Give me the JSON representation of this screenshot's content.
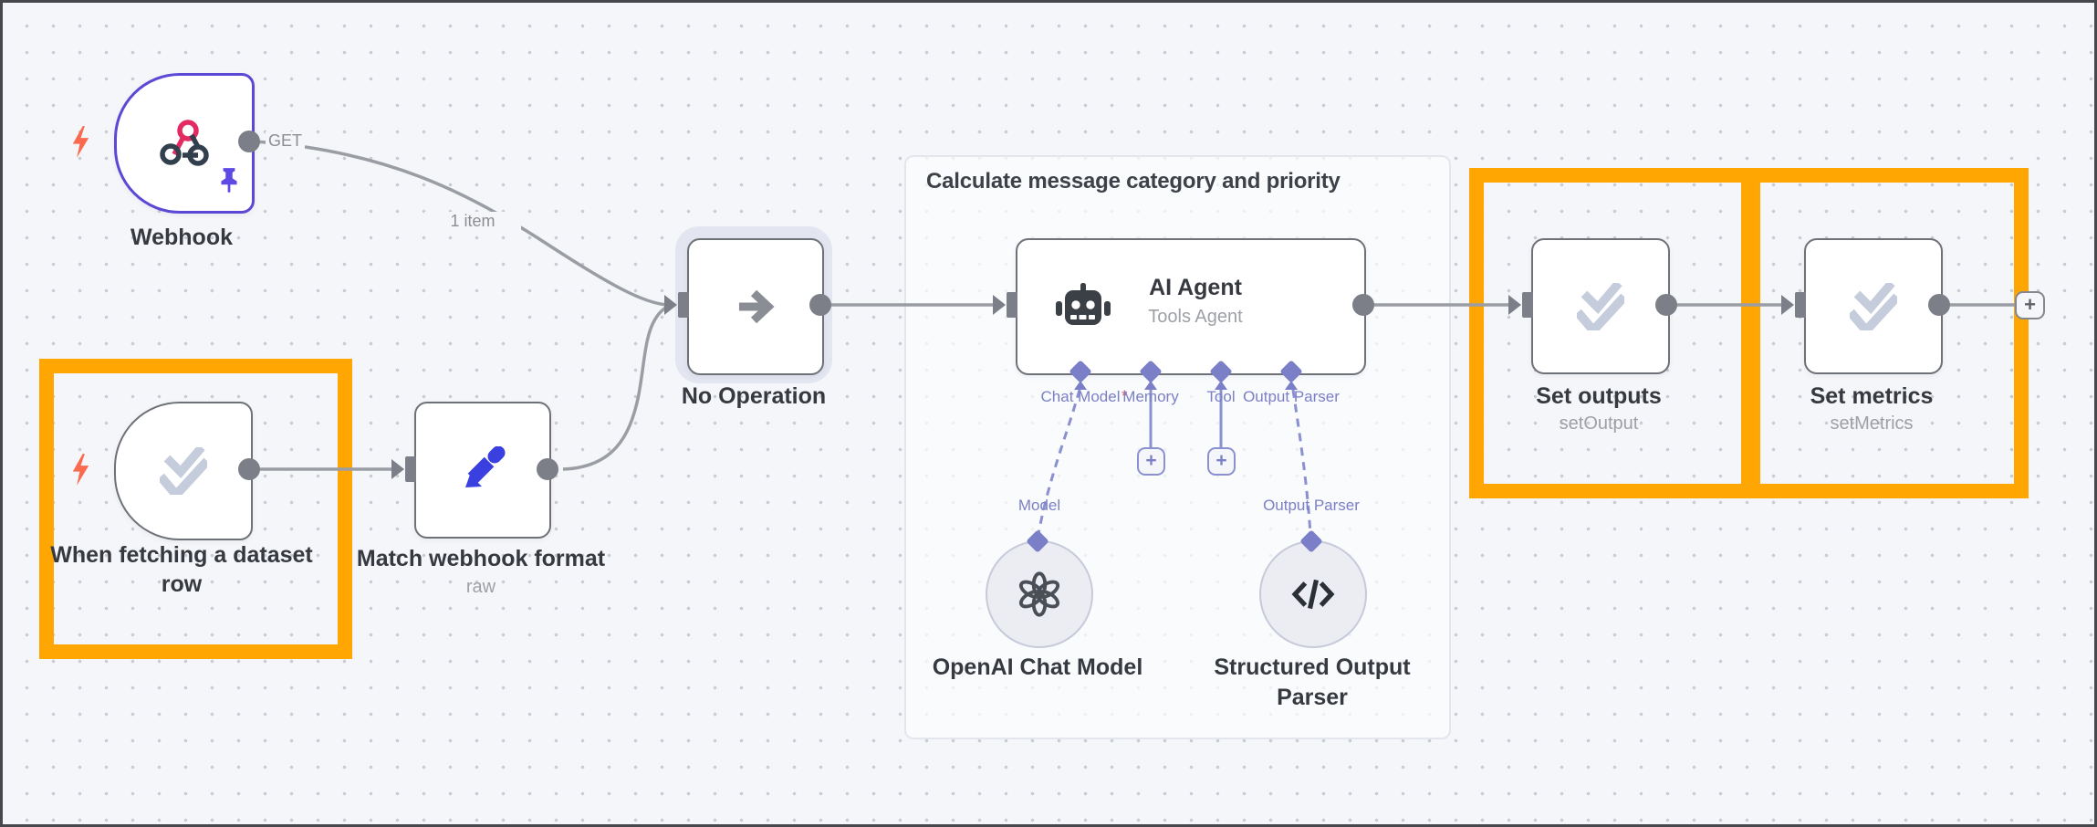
{
  "colors": {
    "canvas_bg": "#F5F6F9",
    "highlight_orange": "#FFA602",
    "webhook_violet": "#5B49D6",
    "port_indigo": "#7A7FC7",
    "trigger_bolt_coral": "#FB6A4E",
    "wire_gray": "#9A9DA3",
    "pencil_blue": "#3A3FE0",
    "check_icon_gray": "#C5CCDC"
  },
  "group": {
    "title": "Calculate message category and priority"
  },
  "nodes": {
    "webhook": {
      "label": "Webhook",
      "method": "GET"
    },
    "when_fetching": {
      "label": "When fetching a dataset row"
    },
    "match_format": {
      "label": "Match webhook format",
      "subtitle": "raw"
    },
    "no_operation": {
      "label": "No Operation"
    },
    "ai_agent": {
      "title": "AI Agent",
      "subtitle": "Tools Agent"
    },
    "openai_chat_model": {
      "label": "OpenAI Chat Model"
    },
    "structured_output_parser": {
      "label": "Structured Output Parser"
    },
    "set_outputs": {
      "label": "Set outputs",
      "subtitle": "setOutput"
    },
    "set_metrics": {
      "label": "Set metrics",
      "subtitle": "setMetrics"
    }
  },
  "ports": {
    "chat_model": "Chat Model",
    "required_marker": "*",
    "memory": "Memory",
    "tool": "Tool",
    "output_parser": "Output Parser",
    "model": "Model",
    "output_parser_input": "Output Parser"
  },
  "wires": {
    "one_item": "1 item"
  },
  "buttons": {
    "add": "+"
  }
}
